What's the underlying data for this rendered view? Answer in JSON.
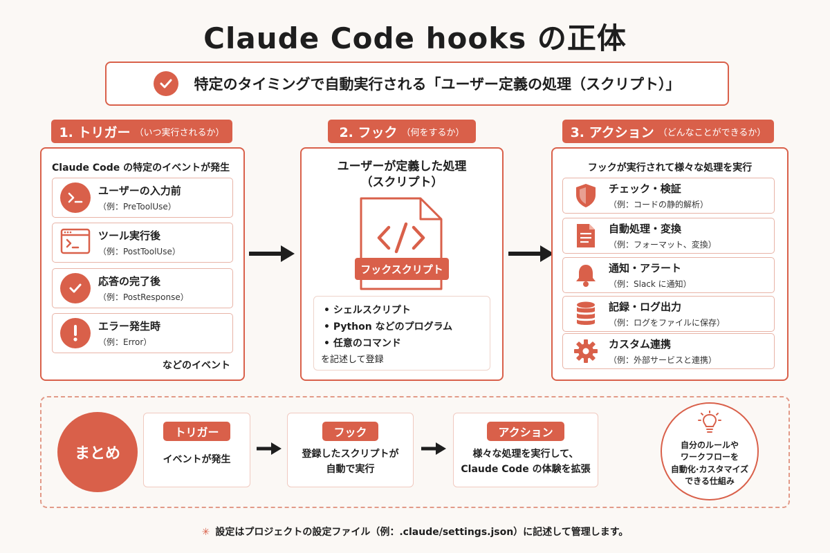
{
  "title": "Claude Code hooks の正体",
  "definition": "特定のタイミングで自動実行される「ユーザー定義の処理（スクリプト）」",
  "sections": {
    "trigger": {
      "label": "1. トリガー",
      "sublabel": "（いつ実行されるか）",
      "heading": "Claude Code の特定のイベントが発生",
      "items": [
        {
          "title": "ユーザーの入力前",
          "example": "（例：PreToolUse）",
          "icon": "terminal-prompt-icon"
        },
        {
          "title": "ツール実行後",
          "example": "（例：PostToolUse）",
          "icon": "terminal-window-icon"
        },
        {
          "title": "応答の完了後",
          "example": "（例：PostResponse）",
          "icon": "check-circle-icon"
        },
        {
          "title": "エラー発生時",
          "example": "（例：Error）",
          "icon": "exclamation-circle-icon"
        }
      ],
      "footer": "などのイベント"
    },
    "hook": {
      "label": "2. フック",
      "sublabel": "（何をするか）",
      "heading_line1": "ユーザーが定義した処理",
      "heading_line2": "（スクリプト）",
      "file_label": "フックスクリプト",
      "bullets": [
        "シェルスクリプト",
        "Python などのプログラム",
        "任意のコマンド"
      ],
      "footer": "を記述して登録"
    },
    "action": {
      "label": "3. アクション",
      "sublabel": "（どんなことができるか）",
      "heading": "フックが実行されて様々な処理を実行",
      "items": [
        {
          "title": "チェック・検証",
          "example": "（例：コードの静的解析）",
          "icon": "shield-icon"
        },
        {
          "title": "自動処理・変換",
          "example": "（例：フォーマット、変換）",
          "icon": "document-icon"
        },
        {
          "title": "通知・アラート",
          "example": "（例：Slack に通知）",
          "icon": "bell-icon"
        },
        {
          "title": "記録・ログ出力",
          "example": "（例：ログをファイルに保存）",
          "icon": "database-icon"
        },
        {
          "title": "カスタム連携",
          "example": "（例：外部サービスと連携）",
          "icon": "gear-icon"
        }
      ]
    }
  },
  "summary": {
    "badge": "まとめ",
    "cards": [
      {
        "label": "トリガー",
        "text": [
          "イベントが発生"
        ]
      },
      {
        "label": "フック",
        "text": [
          "登録したスクリプトが",
          "自動で実行"
        ]
      },
      {
        "label": "アクション",
        "text": [
          "様々な処理を実行して、",
          "Claude Code の体験を拡張"
        ]
      }
    ],
    "circle_text": [
      "自分のルールや",
      "ワークフローを",
      "自動化·カスタマイズ",
      "できる仕組み"
    ]
  },
  "footer_note": "設定はプロジェクトの設定ファイル（例：.claude/settings.json）に記述して管理します。",
  "footer_mark": "✳",
  "colors": {
    "accent": "#d9604a",
    "border_light": "#e8b3a6",
    "background": "#fbf8f5"
  }
}
